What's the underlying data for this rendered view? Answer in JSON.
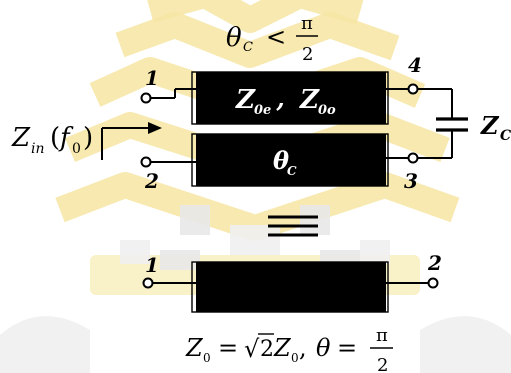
{
  "top_condition": {
    "theta": "θ",
    "sub": "C",
    "relation": "<",
    "numerator": "π",
    "denominator": "2"
  },
  "ports": {
    "p1_top": "1",
    "p2_top": "2",
    "p3": "3",
    "p4": "4",
    "p1_bottom": "1",
    "p2_bottom": "2"
  },
  "coupled_line": {
    "upper_label": {
      "z1": "Z",
      "z1_sub": "0e",
      "sep": " , ",
      "z2": "Z",
      "z2_sub": "0o"
    },
    "lower_label": {
      "theta": "θ",
      "sub": "C"
    }
  },
  "capacitor_label": {
    "z": "Z",
    "sub": "C"
  },
  "input_impedance": {
    "z": "Z",
    "sub": "in",
    "arg_open": "(",
    "f": "f",
    "f_sub": "0",
    "arg_close": ")"
  },
  "bottom_equation": {
    "z0": "Z",
    "z0_sub": "0",
    "eq": "=",
    "sqrt": "√",
    "two": "2",
    "z0b": "Z",
    "z0b_sub": "0",
    "comma": ",",
    "theta": "θ",
    "eq2": "=",
    "numerator": "π",
    "denominator": "2"
  }
}
